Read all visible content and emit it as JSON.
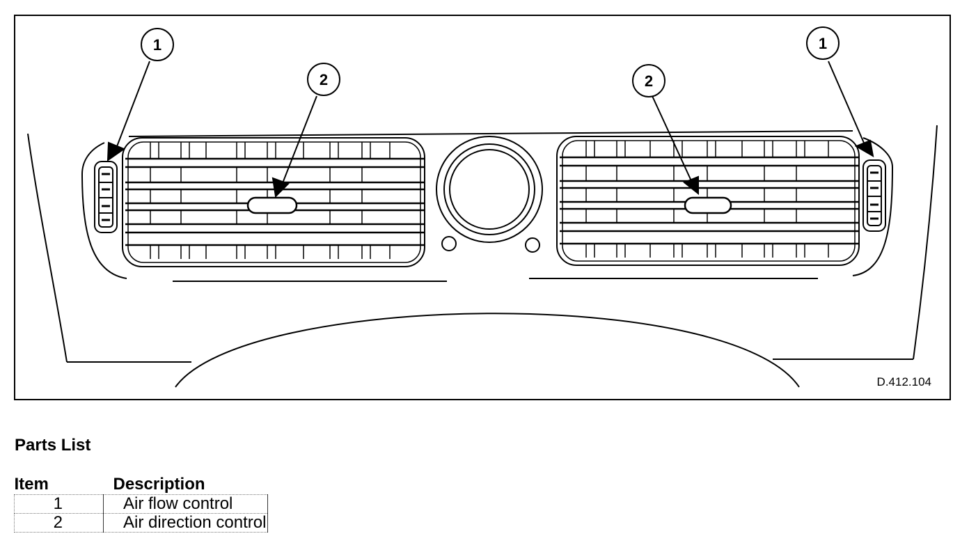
{
  "diagram": {
    "reference": "D.412.104",
    "callouts": [
      {
        "id": "left-outer",
        "label": "1"
      },
      {
        "id": "left-inner",
        "label": "2"
      },
      {
        "id": "right-inner",
        "label": "2"
      },
      {
        "id": "right-outer",
        "label": "1"
      }
    ]
  },
  "parts_list": {
    "title": "Parts List",
    "headers": {
      "item": "Item",
      "description": "Description"
    },
    "rows": [
      {
        "item": "1",
        "description": "Air flow control"
      },
      {
        "item": "2",
        "description": "Air direction control"
      }
    ]
  }
}
